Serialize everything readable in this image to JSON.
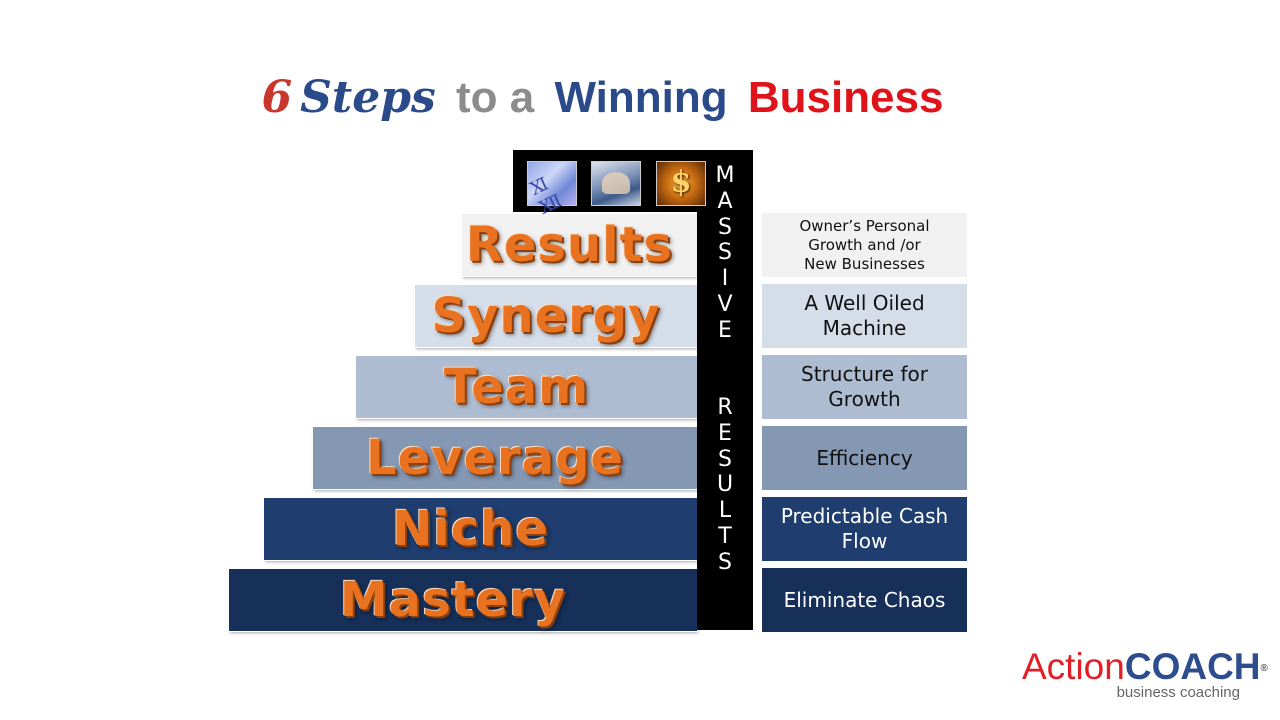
{
  "title": {
    "number": "6",
    "steps": "Steps",
    "connector": "to a",
    "winning": "Winning",
    "business": "Business"
  },
  "colors": {
    "title_number": "#c8362c",
    "title_steps": "#2b4a8a",
    "title_connector": "#8c8c8c",
    "title_winning": "#2b4a8a",
    "title_business": "#e0121a",
    "step_label": "#e8721f"
  },
  "steps": [
    {
      "label": "Results",
      "description": [
        "Owner’s Personal",
        "Growth and /or",
        "New Businesses"
      ],
      "bg": "#f1f1f1",
      "desc_bg": "#f1f1f1",
      "desc_color": "#111111"
    },
    {
      "label": "Synergy",
      "description": [
        "A Well Oiled",
        "Machine"
      ],
      "bg": "#d5dde9",
      "desc_bg": "#d5dde9",
      "desc_color": "#111111"
    },
    {
      "label": "Team",
      "description": [
        "Structure for",
        "Growth"
      ],
      "bg": "#aebcd1",
      "desc_bg": "#aebcd1",
      "desc_color": "#111111"
    },
    {
      "label": "Leverage",
      "description": [
        "Efficiency"
      ],
      "bg": "#8497b3",
      "desc_bg": "#8497b3",
      "desc_color": "#111111"
    },
    {
      "label": "Niche",
      "description": [
        "Predictable Cash",
        "Flow"
      ],
      "bg": "#1f3d6e",
      "desc_bg": "#1f3d6e",
      "desc_color": "#ffffff"
    },
    {
      "label": "Mastery",
      "description": [
        "Eliminate Chaos"
      ],
      "bg": "#16305a",
      "desc_bg": "#16305a",
      "desc_color": "#ffffff"
    }
  ],
  "tower": {
    "word1": "MASSIVE",
    "word2": "RESULTS",
    "icons": [
      "clock-photo-icon",
      "team-photo-icon",
      "dollar-photo-icon"
    ]
  },
  "logo": {
    "action": "Action",
    "coach": "COACH",
    "registered": "®",
    "tagline": "business coaching"
  }
}
